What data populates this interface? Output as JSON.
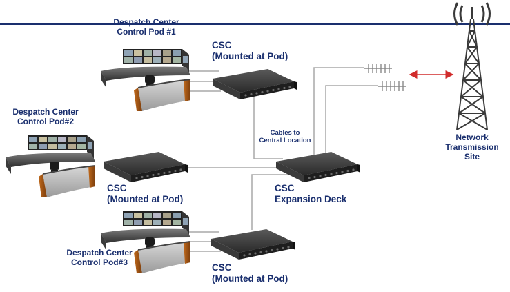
{
  "colors": {
    "header_rule": "#1a2f6e",
    "label_text": "#1a2f6e",
    "cable": "#a9a9a9",
    "link_arrow": "#d12b2b",
    "device_body": "#2b2b2b",
    "tower": "#3a3a3a"
  },
  "pods": [
    {
      "line1": "Despatch Center",
      "line2": "Control Pod #1"
    },
    {
      "line1": "Despatch Center",
      "line2": "Control Pod#2"
    },
    {
      "line1": "Despatch Center",
      "line2": "Control Pod#3"
    }
  ],
  "csc_units": [
    {
      "line1": "CSC",
      "line2": "(Mounted at Pod)"
    },
    {
      "line1": "CSC",
      "line2": "(Mounted at Pod)"
    },
    {
      "line1": "CSC",
      "line2": "(Mounted at Pod)"
    }
  ],
  "expansion": {
    "line1": "CSC",
    "line2": "Expansion Deck"
  },
  "cables_note": {
    "line1": "Cables to",
    "line2": "Central Location"
  },
  "site": {
    "line1": "Network",
    "line2": "Transmission",
    "line3": "Site"
  },
  "icons": {
    "console": "dispatch-console-icon",
    "device": "rack-unit-icon",
    "antenna": "antenna-array-icon",
    "tower": "radio-tower-icon",
    "link": "double-arrow-icon"
  }
}
